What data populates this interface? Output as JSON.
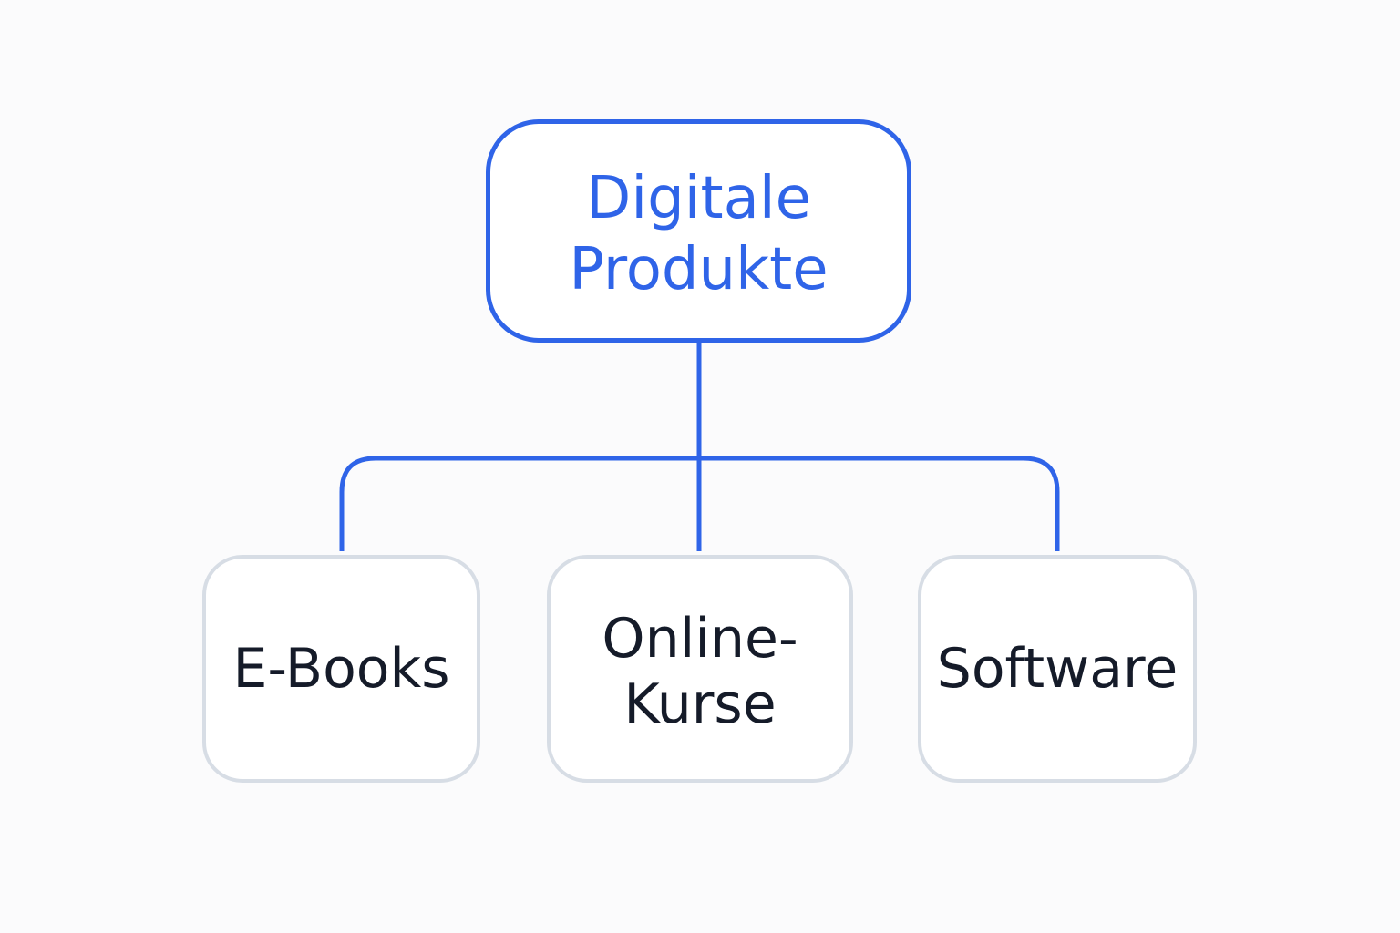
{
  "colors": {
    "accent": "#2f64e8",
    "child_border": "#d7dde5",
    "child_text": "#151b29",
    "background": "#fbfbfc"
  },
  "root": {
    "label": "Digitale\nProdukte"
  },
  "children": [
    {
      "label": "E-Books"
    },
    {
      "label": "Online-\nKurse"
    },
    {
      "label": "Software"
    }
  ]
}
